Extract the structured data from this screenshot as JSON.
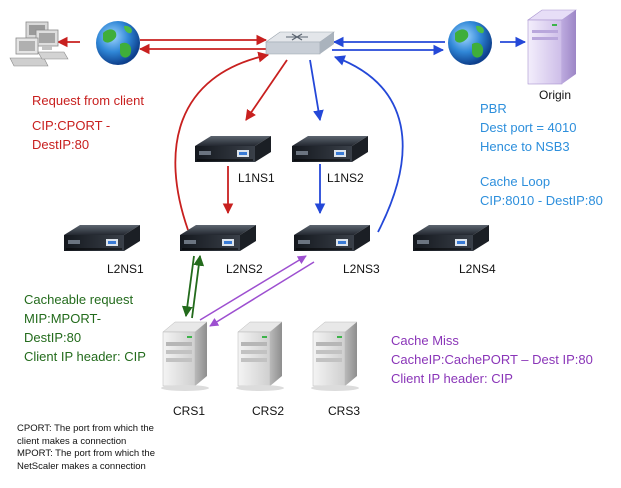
{
  "labels": {
    "origin": "Origin",
    "l1ns1": "L1NS1",
    "l1ns2": "L1NS2",
    "l2ns1": "L2NS1",
    "l2ns2": "L2NS2",
    "l2ns3": "L2NS3",
    "l2ns4": "L2NS4",
    "crs1": "CRS1",
    "crs2": "CRS2",
    "crs3": "CRS3"
  },
  "annotations": {
    "request": {
      "title": "Request from client",
      "line1": "CIP:CPORT -",
      "line2": "DestIP:80"
    },
    "pbr": {
      "title": "PBR",
      "line1": "Dest port = 4010",
      "line2": "Hence to NSB3"
    },
    "cache_loop": {
      "title": "Cache Loop",
      "line1": "CIP:8010 - DestIP:80"
    },
    "cacheable": {
      "title": "Cacheable request",
      "line1": "MIP:MPORT-",
      "line2": "DestIP:80",
      "line3": "Client IP header: CIP"
    },
    "cache_miss": {
      "title": "Cache Miss",
      "line1": "CacheIP:CachePORT – Dest IP:80",
      "line2": "Client IP header: CIP"
    }
  },
  "footnote": {
    "line1": "CPORT: The port from which the",
    "line2": "client makes a connection",
    "line3": "MPORT: The port from which the",
    "line4": "NetScaler makes a connection"
  },
  "colors": {
    "request_flow": "#c8201f",
    "pbr_flow": "#2448d8",
    "cacheable_flow": "#236b1c",
    "cache_miss_flow": "#9d4fd0",
    "pbr_text": "#2d8fdc"
  },
  "icons": [
    "client-computers-icon",
    "globe-icon",
    "router-icon",
    "origin-server-icon",
    "netscaler-appliance-icon",
    "cache-server-icon"
  ]
}
